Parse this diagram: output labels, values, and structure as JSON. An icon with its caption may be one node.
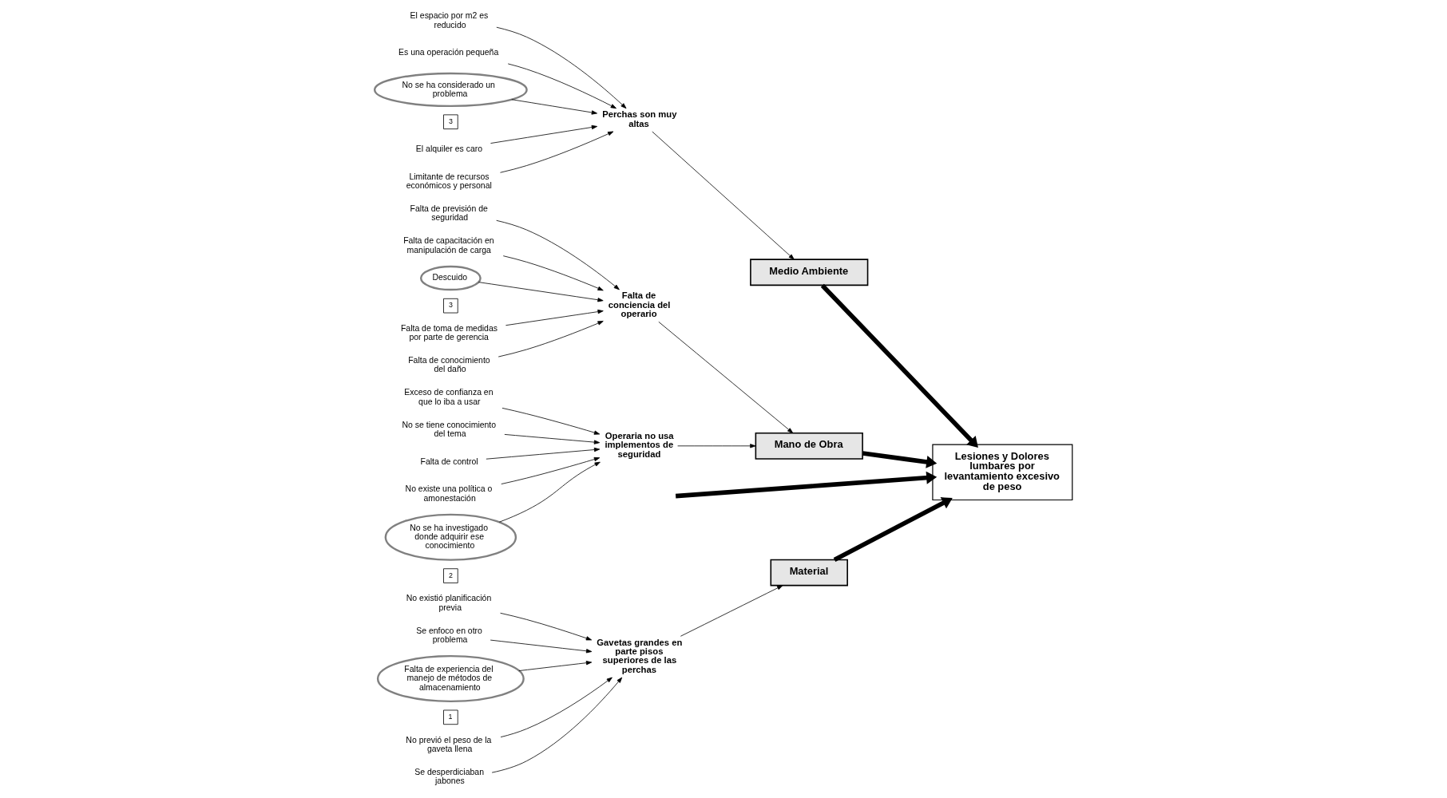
{
  "diagram": {
    "nodes": [
      {
        "text": [
          "Material"
        ]
      },
      {
        "text": [
          "Medio Ambiente"
        ]
      },
      {
        "text": [
          "Mano de Obra"
        ]
      },
      {
        "text": [
          "Lesiones y Dolores lumbares por levantamiento excesivo de peso"
        ]
      },
      {
        "text": [
          "Gavetas grandes en parte pisos superiores de las perchas"
        ]
      },
      {
        "text": [
          "No existió planificación previa"
        ]
      },
      {
        "text": [
          "Se enfoco en otro problema"
        ]
      },
      {
        "text": [
          "Falta de experiencia del manejo de métodos de almacenamiento"
        ]
      },
      {
        "text": [
          "1"
        ]
      },
      {
        "text": [
          "No previó el peso de la gaveta llena"
        ]
      },
      {
        "text": [
          "Se desperdiciaban jabones"
        ]
      },
      {
        "text": [
          "Perchas son muy altas"
        ]
      },
      {
        "text": [
          "El espacio por m2 es reducido"
        ]
      },
      {
        "text": [
          "Es una operación pequeña"
        ]
      },
      {
        "text": [
          "No se ha considerado un problema"
        ]
      },
      {
        "text": [
          "3"
        ]
      },
      {
        "text": [
          "El alquiler es caro"
        ]
      },
      {
        "text": [
          "Limitante de recursos económicos y personal"
        ]
      },
      {
        "text": [
          "Falta de conciencia del operario"
        ]
      },
      {
        "text": [
          "Falta de previsión de seguridad"
        ]
      },
      {
        "text": [
          "Falta de capacitación en manipulación de carga"
        ]
      },
      {
        "text": [
          "Descuido"
        ]
      },
      {
        "text": [
          "3"
        ]
      },
      {
        "text": [
          "Falta de toma de medidas por parte de gerencia"
        ]
      },
      {
        "text": [
          "Falta de conocimiento del daño"
        ]
      },
      {
        "text": [
          "Operaria no usa implementos de seguridad"
        ]
      },
      {
        "text": [
          "Exceso de confianza en que lo iba a usar"
        ]
      },
      {
        "text": [
          "No se tiene conocimiento del tema"
        ]
      },
      {
        "text": [
          "Falta de control"
        ]
      },
      {
        "text": [
          "No existe una política o amonestación"
        ]
      },
      {
        "text": [
          "No se ha investigado donde adquirir ese conocimiento"
        ]
      },
      {
        "text": [
          "2"
        ]
      }
    ],
    "edges": [
      {
        "from": null,
        "to": 3,
        "arrow": "to",
        "style": "thick"
      },
      {
        "from": 0,
        "to": 3,
        "arrow": "to",
        "style": "thick"
      },
      {
        "from": 1,
        "to": 3,
        "arrow": "to",
        "style": "thick"
      },
      {
        "from": 2,
        "to": 3,
        "arrow": "to",
        "style": "thick"
      },
      {
        "from": 4,
        "to": 0,
        "arrow": "to"
      },
      {
        "from": 5,
        "to": 4,
        "arrow": "to"
      },
      {
        "from": 6,
        "to": 4,
        "arrow": "to"
      },
      {
        "from": 7,
        "to": 4,
        "arrow": "to"
      },
      {
        "from": 9,
        "to": 4,
        "arrow": "to"
      },
      {
        "from": 10,
        "to": 4,
        "arrow": "to"
      },
      {
        "from": 11,
        "to": 1,
        "arrow": "to"
      },
      {
        "from": 12,
        "to": 11,
        "arrow": "to"
      },
      {
        "from": 13,
        "to": 11,
        "arrow": "to"
      },
      {
        "from": 14,
        "to": 11,
        "arrow": "to"
      },
      {
        "from": 16,
        "to": 11,
        "arrow": "to"
      },
      {
        "from": 17,
        "to": 11,
        "arrow": "to"
      },
      {
        "from": 18,
        "to": 2,
        "arrow": "to"
      },
      {
        "from": 19,
        "to": 18,
        "arrow": "to"
      },
      {
        "from": 20,
        "to": 18,
        "arrow": "to"
      },
      {
        "from": 21,
        "to": 18,
        "arrow": "to"
      },
      {
        "from": 23,
        "to": 18,
        "arrow": "to"
      },
      {
        "from": 24,
        "to": 18,
        "arrow": "to"
      },
      {
        "from": 25,
        "to": 2,
        "arrow": "to"
      },
      {
        "from": 26,
        "to": 25,
        "arrow": "to"
      },
      {
        "from": 27,
        "to": 25,
        "arrow": "to"
      },
      {
        "from": 28,
        "to": 25,
        "arrow": "to"
      },
      {
        "from": 29,
        "to": 25,
        "arrow": "to"
      },
      {
        "from": 30,
        "to": 25,
        "arrow": "to"
      }
    ]
  }
}
